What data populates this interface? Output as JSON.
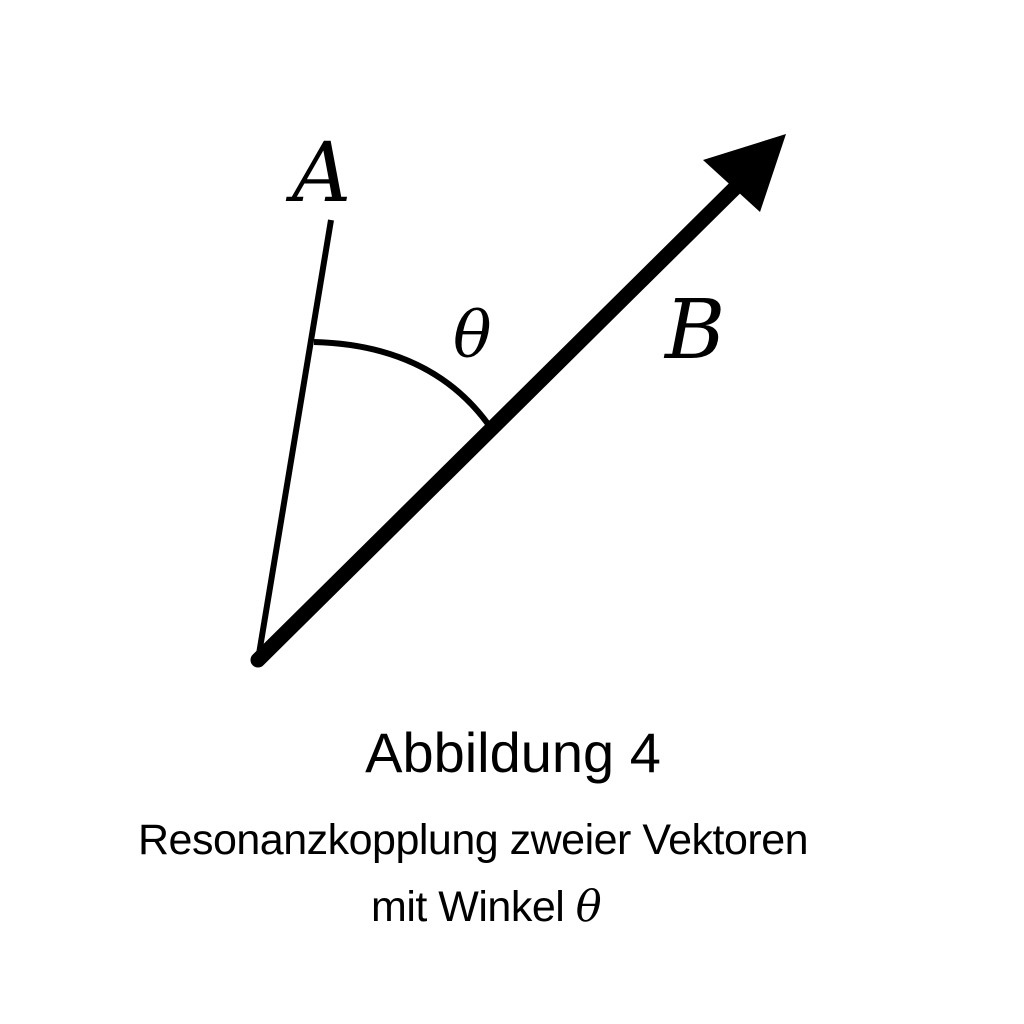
{
  "diagram": {
    "label_a": "A",
    "label_b": "B",
    "angle_label": "θ",
    "colors": {
      "stroke": "#000000",
      "background": "#ffffff"
    }
  },
  "caption": {
    "title": "Abbildung 4",
    "line1": "Resonanzkopplung zweier Vektoren",
    "line2_text": "mit Winkel ",
    "line2_symbol": "θ"
  }
}
